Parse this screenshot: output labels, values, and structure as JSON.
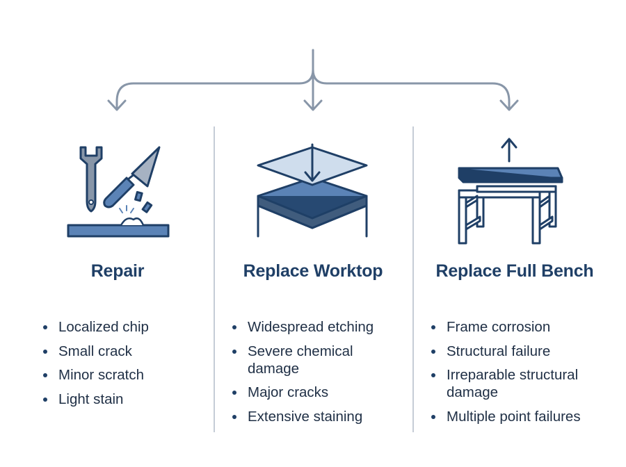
{
  "palette": {
    "navy": "#1f3f66",
    "blue": "#5b83b6",
    "light_blue": "#cfdded",
    "grey": "#8896a8",
    "divider": "#c5ccd6"
  },
  "columns": [
    {
      "title": "Repair",
      "icon": "wrench-trowel-icon",
      "items": [
        "Localized chip",
        "Small crack",
        "Minor scratch",
        "Light stain"
      ]
    },
    {
      "title": "Replace Worktop",
      "icon": "worktop-swap-icon",
      "items": [
        "Widespread etching",
        "Severe chemical damage",
        "Major cracks",
        "Extensive staining"
      ]
    },
    {
      "title": "Replace Full Bench",
      "icon": "bench-replace-icon",
      "items": [
        "Frame corrosion",
        "Structural failure",
        "Irreparable structural damage",
        "Multiple point failures"
      ]
    }
  ]
}
